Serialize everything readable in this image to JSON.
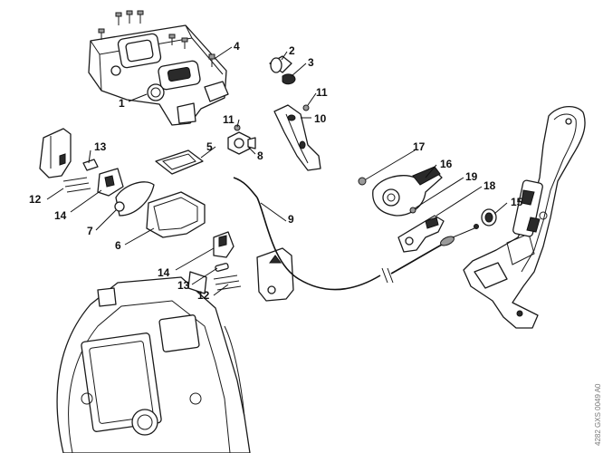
{
  "diagram": {
    "callouts": [
      {
        "key": "c1",
        "label": "1"
      },
      {
        "key": "c2",
        "label": "2"
      },
      {
        "key": "c3",
        "label": "3"
      },
      {
        "key": "c4",
        "label": "4"
      },
      {
        "key": "c5",
        "label": "5"
      },
      {
        "key": "c6",
        "label": "6"
      },
      {
        "key": "c7",
        "label": "7"
      },
      {
        "key": "c8",
        "label": "8"
      },
      {
        "key": "c9",
        "label": "9"
      },
      {
        "key": "c10",
        "label": "10"
      },
      {
        "key": "c11a",
        "label": "11"
      },
      {
        "key": "c11b",
        "label": "11"
      },
      {
        "key": "c12a",
        "label": "12"
      },
      {
        "key": "c12b",
        "label": "12"
      },
      {
        "key": "c13a",
        "label": "13"
      },
      {
        "key": "c13b",
        "label": "13"
      },
      {
        "key": "c14a",
        "label": "14"
      },
      {
        "key": "c14b",
        "label": "14"
      },
      {
        "key": "c15",
        "label": "15"
      },
      {
        "key": "c16",
        "label": "16"
      },
      {
        "key": "c17",
        "label": "17"
      },
      {
        "key": "c18",
        "label": "18"
      },
      {
        "key": "c19",
        "label": "19"
      }
    ],
    "watermark": "4282 GXS 0049 A0"
  }
}
